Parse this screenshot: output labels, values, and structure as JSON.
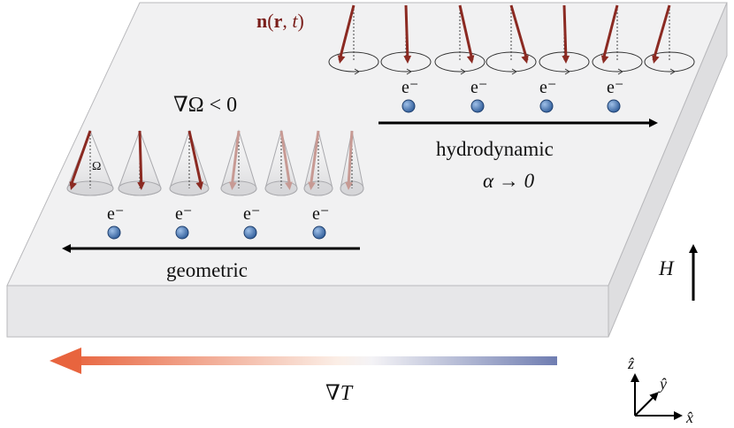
{
  "texts": {
    "field": "n(r, t)",
    "field_bold": "n",
    "field_bold_r": "r",
    "field_t": "t",
    "grad_omega": "∇Ω < 0",
    "hydro_line1": "hydrodynamic",
    "hydro_line2": "α → 0",
    "geometric": "geometric",
    "omega": "Ω",
    "electron": "e⁻",
    "field_H": "H",
    "grad_T": "∇T",
    "axis_z": "ẑ",
    "axis_y": "ŷ",
    "axis_x": "x̂"
  },
  "colors": {
    "spin_arrow": "#8b2a22",
    "spin_arrow_faded": "#c79a94",
    "slab_top": "#f0f0f1",
    "slab_side": "#e6e6e8",
    "electron": "#3d6aa6",
    "gradient_hot": "#e8643e",
    "gradient_cold": "#6f7db1"
  },
  "spins_hydrodynamic": {
    "count": 7,
    "cone_count": 0,
    "electron_count": 4
  },
  "spins_geometric": {
    "count": 7,
    "cone_count": 7,
    "electron_count": 4
  }
}
